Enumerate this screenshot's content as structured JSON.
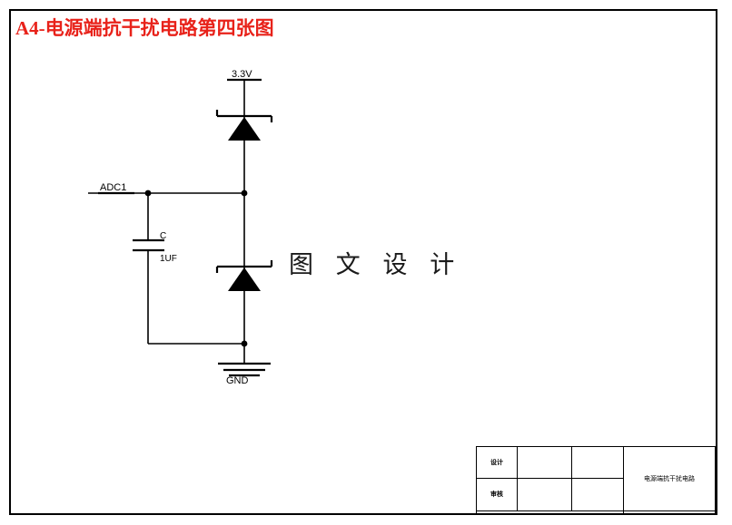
{
  "sheet": {
    "title": "A4-电源端抗干扰电路第四张图",
    "watermark": "图 文 设 计",
    "title_color": "#e8221a",
    "frame_color": "#000000",
    "background": "#ffffff"
  },
  "circuit": {
    "power_port": {
      "label": "3.3V",
      "type": "power-port"
    },
    "net_label": {
      "label": "ADC1",
      "type": "net-label"
    },
    "ground": {
      "label": "GND",
      "type": "ground-symbol"
    },
    "components": [
      {
        "designator": "",
        "value": "",
        "type": "zener-diode",
        "name": "upper-zener-diode"
      },
      {
        "designator": "C",
        "value": "1UF",
        "type": "capacitor",
        "name": "capacitor-c"
      },
      {
        "designator": "",
        "value": "",
        "type": "zener-diode",
        "name": "lower-zener-diode"
      }
    ]
  },
  "title_block": {
    "rows": [
      {
        "cells": [
          {
            "text": "设计",
            "style": "green"
          },
          {
            "text": "",
            "style": "blank"
          },
          {
            "text": "",
            "style": "blank"
          },
          {
            "text": "电源端抗干扰电路",
            "style": "name",
            "rowspan": 2
          }
        ]
      },
      {
        "cells": [
          {
            "text": "审核",
            "style": "green"
          },
          {
            "text": "",
            "style": "blank"
          },
          {
            "text": "",
            "style": "blank"
          }
        ]
      },
      {
        "cells": [
          {
            "text": "",
            "style": "blank",
            "colspan": 3
          },
          {
            "text": "",
            "style": "blank"
          }
        ]
      }
    ]
  }
}
